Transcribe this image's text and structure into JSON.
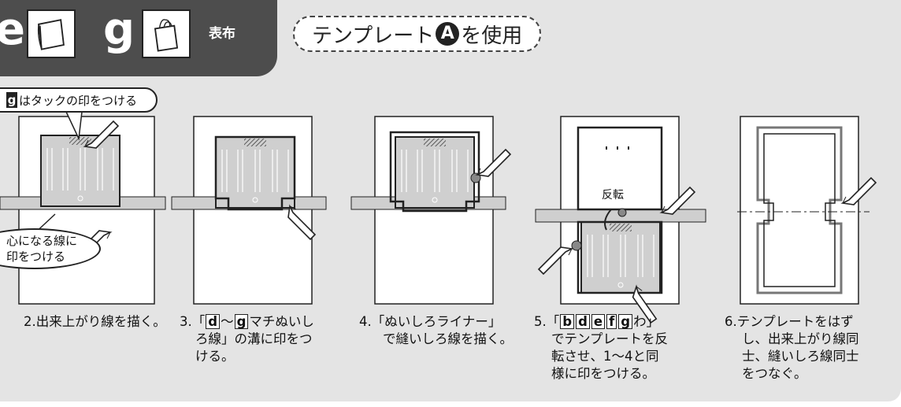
{
  "header": {
    "letter_e": "e",
    "letter_g": "g",
    "label": "表布",
    "template_before": "テンプレート",
    "template_badge": "A",
    "template_after": "を使用"
  },
  "callouts": {
    "tack_letter": "g",
    "tack_text": "はタックの印をつける",
    "center_line1": "心になる線に",
    "center_line2": "印をつける"
  },
  "steps": [
    {
      "lines": [
        "2.出来上がり線を描く。"
      ]
    },
    {
      "prefix": "3.「",
      "box1": "d",
      "tilde": "〜",
      "box2": "g",
      "rest": "マチぬいし",
      "lines": [
        "ろ線」の溝に印をつ",
        "ける。"
      ]
    },
    {
      "lines": [
        "4.「ぬいしろライナー」",
        "で縫いしろ線を描く。"
      ]
    },
    {
      "prefix": "5.「",
      "boxes": [
        "b",
        "d",
        "e",
        "f",
        "g"
      ],
      "rest": "わ」",
      "lines": [
        "でテンプレートを反",
        "転させ、1〜4と同",
        "様に印をつける。"
      ]
    },
    {
      "lines": [
        "6.テンプレートをはず",
        "し、出来上がり線同",
        "士、縫いしろ線同士",
        "をつなぐ。"
      ]
    }
  ],
  "diagram": {
    "reverse_label": "反転"
  },
  "colors": {
    "panel_bg": "#e4e4e4",
    "header_dark": "#4d4d4d",
    "template_gray": "#cfcfcf",
    "line_dark": "#222222"
  },
  "icons": [
    "notebook-icon",
    "tote-bag-icon",
    "pencil-icon",
    "reverse-arrow-icon"
  ]
}
